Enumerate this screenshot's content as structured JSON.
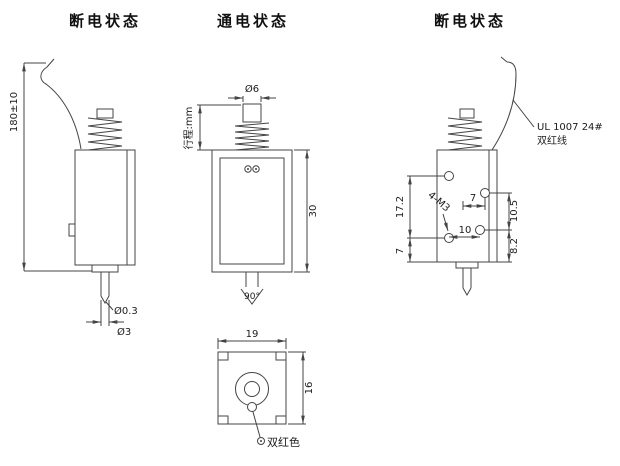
{
  "headers": {
    "left": "断电状态",
    "middle": "通电状态",
    "right": "断电状态"
  },
  "left_view": {
    "dim_total_height": "180±10",
    "dim_tip_diameter": "Ø0.3",
    "dim_plunger_diameter": "Ø3"
  },
  "middle_view": {
    "dim_rod_diameter": "Ø6",
    "dim_stroke": "行程:mm",
    "dim_frame_height": "30",
    "dim_cone_angle": "90°"
  },
  "bottom_view": {
    "dim_width": "19",
    "dim_depth": "16",
    "label_red_mark": "双红色"
  },
  "right_view": {
    "wire_spec_line1": "UL 1007 24#",
    "wire_spec_line2": "双红线",
    "dim_left_vertical": "17.2",
    "dim_left_bottom": "7",
    "label_holes": "4-M3",
    "dim_top_right": "7",
    "dim_bottom_holes": "10",
    "dim_right_vertical": "10.5",
    "dim_right_bottom": "8.2"
  }
}
